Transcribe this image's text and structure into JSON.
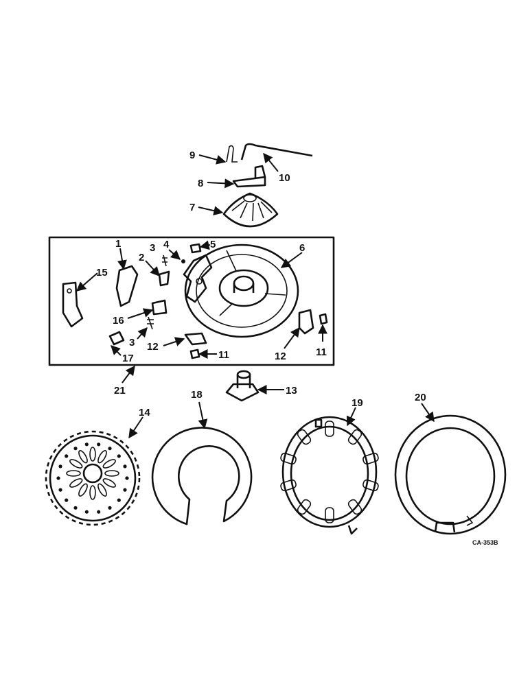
{
  "callouts": {
    "c1": "1",
    "c2": "2",
    "c3a": "3",
    "c3b": "3",
    "c4": "4",
    "c5": "5",
    "c6": "6",
    "c7": "7",
    "c8": "8",
    "c9": "9",
    "c10": "10",
    "c11a": "11",
    "c11b": "11",
    "c12a": "12",
    "c12b": "12",
    "c13": "13",
    "c14": "14",
    "c15": "15",
    "c16": "16",
    "c17": "17",
    "c18": "18",
    "c19": "19",
    "c20": "20",
    "c21": "21"
  },
  "drawing_code": "CA-353B",
  "colors": {
    "ink": "#111111",
    "paper": "#ffffff"
  }
}
